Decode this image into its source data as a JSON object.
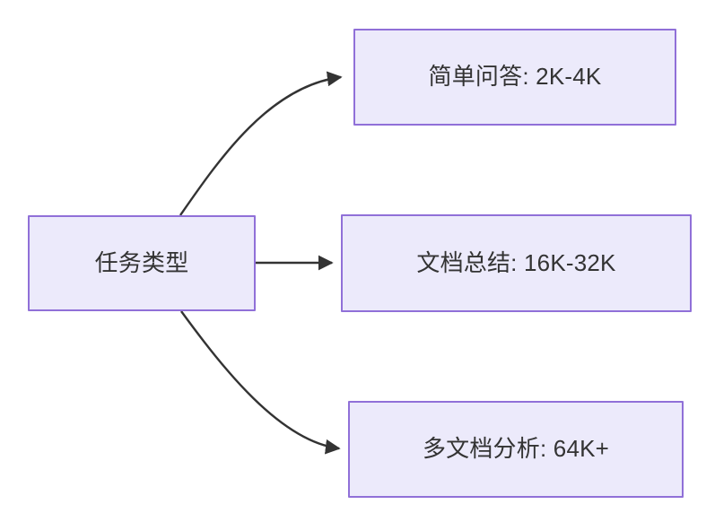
{
  "diagram": {
    "type": "flowchart",
    "direction": "left-to-right",
    "background_color": "#FFFFFF",
    "node_fill_color": "#ECEAFB",
    "node_border_color": "#9070D8",
    "node_text_color": "#333333",
    "edge_color": "#333333",
    "nodes": [
      {
        "id": "root",
        "label": "任务类型",
        "role": "source"
      },
      {
        "id": "simple-qa",
        "label": "简单问答: 2K-4K",
        "role": "target"
      },
      {
        "id": "doc-summary",
        "label": "文档总结: 16K-32K",
        "role": "target"
      },
      {
        "id": "multi-doc",
        "label": "多文档分析: 64K+",
        "role": "target"
      }
    ],
    "edges": [
      {
        "id": "edge-root-to-simple-qa",
        "from": "root",
        "to": "simple-qa",
        "label": "",
        "style": "curved-arrow"
      },
      {
        "id": "edge-root-to-doc-summary",
        "from": "root",
        "to": "doc-summary",
        "label": "",
        "style": "straight-arrow"
      },
      {
        "id": "edge-root-to-multi-doc",
        "from": "root",
        "to": "multi-doc",
        "label": "",
        "style": "curved-arrow"
      }
    ]
  }
}
